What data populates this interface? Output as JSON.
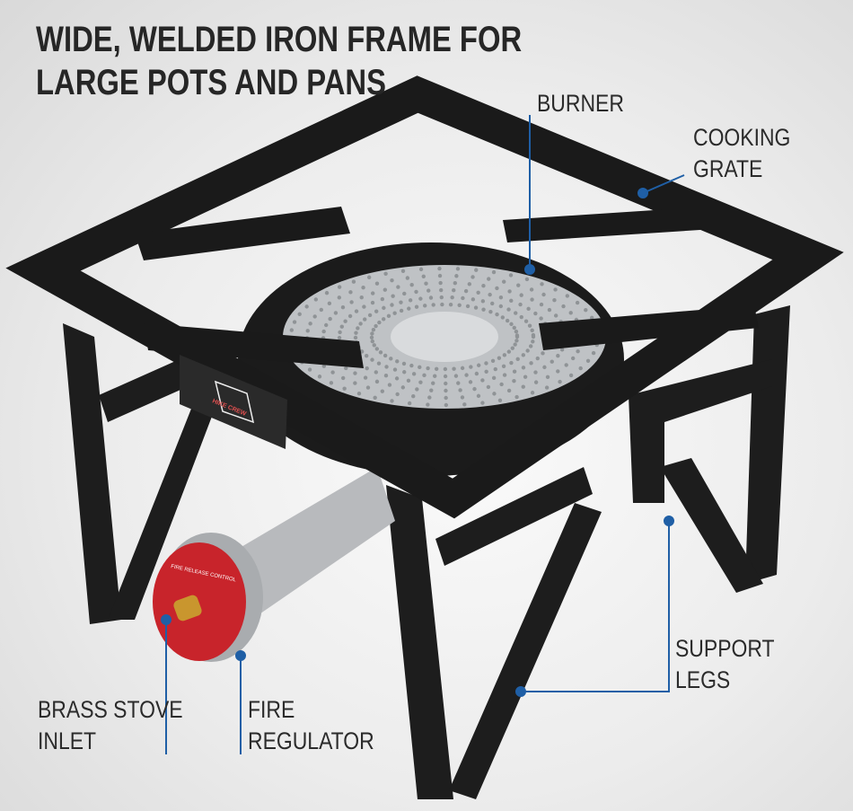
{
  "title": {
    "line1": "WIDE, WELDED IRON FRAME FOR",
    "line2": "LARGE POTS AND PANS"
  },
  "labels": {
    "burner": [
      "BURNER"
    ],
    "cooking_grate": [
      "COOKING",
      "GRATE"
    ],
    "support_legs": [
      "SUPPORT",
      "LEGS"
    ],
    "brass_inlet": [
      "BRASS STOVE",
      "INLET"
    ],
    "fire_regulator": [
      "FIRE",
      "REGULATOR"
    ]
  },
  "logo_text": "HIKE CREW",
  "regulator_text": "FIRE RELEASE CONTROL",
  "colors": {
    "callout": "#1f5fa6",
    "frame": "#1c1c1c",
    "burner": "#b9bcbf",
    "regulator": "#c8242b",
    "brass": "#c9962e"
  }
}
